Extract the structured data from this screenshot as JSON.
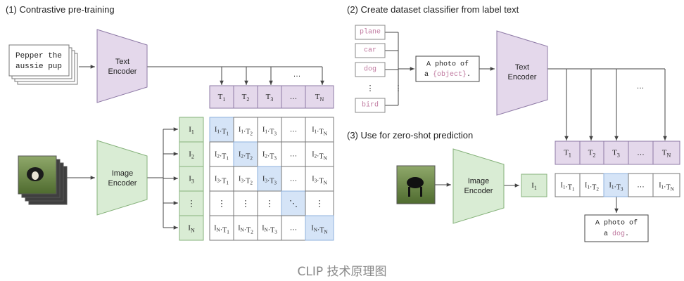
{
  "section1": {
    "title": "(1) Contrastive pre-training"
  },
  "section2": {
    "title": "(2) Create dataset classifier from label text"
  },
  "section3": {
    "title": "(3) Use for zero-shot prediction"
  },
  "caption": "CLIP 技术原理图",
  "text_card": {
    "line1": "Pepper the",
    "line2": "aussie pup"
  },
  "text_encoder": {
    "line1": "Text",
    "line2": "Encoder"
  },
  "image_encoder": {
    "line1": "Image",
    "line2": "Encoder"
  },
  "labels": [
    "plane",
    "car",
    "dog",
    "⋮",
    "bird"
  ],
  "template": {
    "line1": "A photo of",
    "line2_pre": "a ",
    "line2_obj": "{object}",
    "line2_post": "."
  },
  "prediction": {
    "line1": "A photo of",
    "line2_pre": "a ",
    "line2_obj": "dog",
    "line2_post": "."
  },
  "t_tokens": [
    {
      "base": "T",
      "sub": "1"
    },
    {
      "base": "T",
      "sub": "2"
    },
    {
      "base": "T",
      "sub": "3"
    },
    {
      "base": "…",
      "sub": ""
    },
    {
      "base": "T",
      "sub": "N"
    }
  ],
  "i_tokens": [
    {
      "base": "I",
      "sub": "1"
    },
    {
      "base": "I",
      "sub": "2"
    },
    {
      "base": "I",
      "sub": "3"
    },
    {
      "base": "⋮",
      "sub": ""
    },
    {
      "base": "I",
      "sub": "N"
    }
  ],
  "ellipsis": "…",
  "vdots": "⋮",
  "ddots": "⋱",
  "colors": {
    "text_fill": "#e4d8eb",
    "text_stroke": "#8e7aa6",
    "image_fill": "#d9ecd4",
    "image_stroke": "#86b27b",
    "highlight": "#d5e4f7",
    "highlight_stroke": "#8fb2dc",
    "arrow": "#444444",
    "grid": "#777777"
  }
}
